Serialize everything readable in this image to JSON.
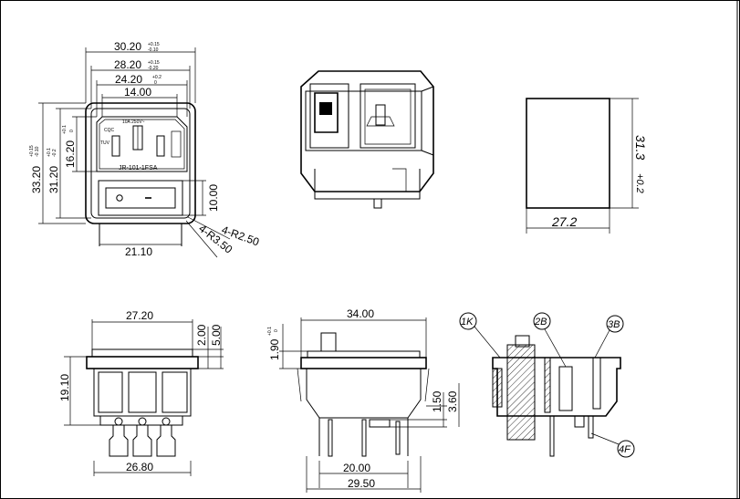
{
  "front_view": {
    "dim_width_outer": "30.20",
    "tol_width_outer_upper": "+0.15",
    "tol_width_outer_lower": "-0.10",
    "dim_width_mid": "28.20",
    "tol_width_mid_upper": "+0.15",
    "tol_width_mid_lower": "-0.20",
    "dim_width_inner": "24.20",
    "tol_width_inner_upper": "+0.2",
    "tol_width_inner_lower": "0",
    "dim_width_socket": "14.00",
    "dim_height_outer": "33.20",
    "tol_height_outer_upper": "+0.15",
    "tol_height_outer_lower": "-0.10",
    "dim_height_mid": "31.20",
    "tol_height_mid_upper": "+0.1",
    "tol_height_mid_lower": "-0.2",
    "dim_height_inner": "16.20",
    "tol_height_inner_upper": "+0.1",
    "tol_height_inner_lower": "0",
    "dim_switch_height": "10.00",
    "dim_bottom_width": "21.10",
    "radius_callout_1": "4-R2.50",
    "radius_callout_2": "4-R3.50",
    "label_rating": "10A 250V~",
    "label_model": "JR-101-1FSA",
    "label_cert_1": "CQC",
    "label_cert_2": "TUV"
  },
  "panel_cutout": {
    "dim_width": "27.2",
    "dim_height": "31.3",
    "tol_height": "+0.2"
  },
  "side_view": {
    "dim_top_width": "27.20",
    "dim_flange_2": "2.00",
    "dim_flange_5": "5.00",
    "dim_body_height": "19.10",
    "dim_bottom_width": "26.80"
  },
  "top_view": {
    "dim_total_width": "34.00",
    "dim_button": "1.90",
    "tol_button_upper": "+0.1",
    "tol_button_lower": "0",
    "dim_pin_150": "1.50",
    "dim_pin_360": "3.60",
    "dim_pin_span_20": "20.00",
    "dim_pin_span_295": "29.50"
  },
  "section_view": {
    "callout_1": "1K",
    "callout_2": "2B",
    "callout_3": "3B",
    "callout_4": "4F"
  }
}
